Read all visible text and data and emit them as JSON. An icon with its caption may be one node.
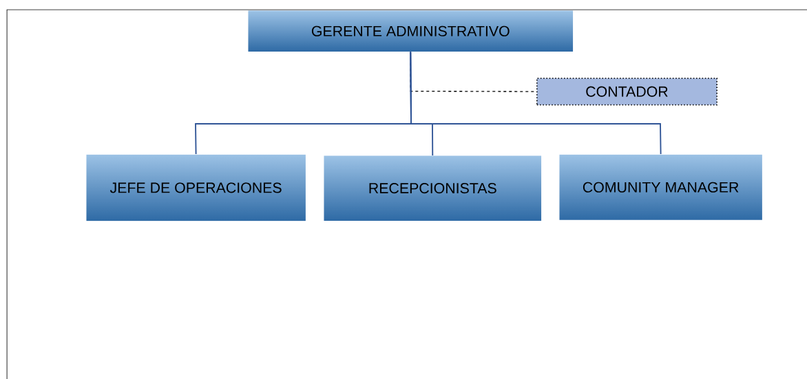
{
  "diagram": {
    "nodes": [
      {
        "text": [
          "GERENTE ADMINISTRATIVO"
        ]
      },
      {
        "text": [
          "CONTADOR"
        ]
      },
      {
        "text": [
          "JEFE DE OPERACIONES"
        ]
      },
      {
        "text": [
          "RECEPCIONISTAS"
        ]
      },
      {
        "text": [
          "COMUNITY MANAGER"
        ]
      }
    ],
    "edges": [
      {
        "from": 0,
        "to": 1,
        "arrow": "none",
        "style": "dashed",
        "color": "#000000"
      },
      {
        "from": 0,
        "to": 2,
        "arrow": "none"
      },
      {
        "from": 0,
        "to": 3,
        "arrow": "none"
      },
      {
        "from": 0,
        "to": 4,
        "arrow": "none"
      }
    ]
  }
}
